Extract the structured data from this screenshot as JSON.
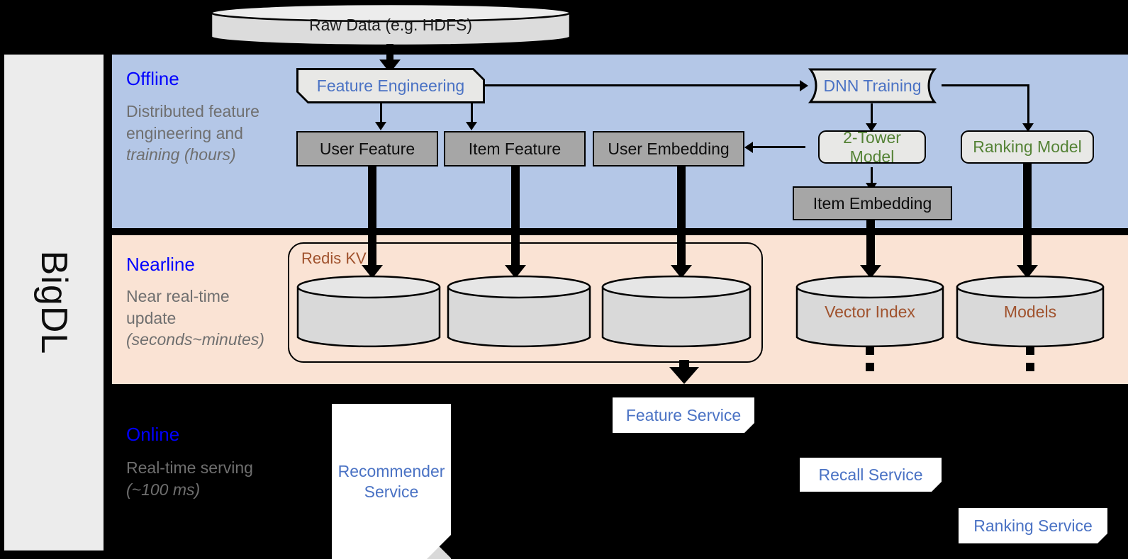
{
  "framework": {
    "name": "BigDL"
  },
  "source": {
    "label": "Raw Data (e.g. HDFS)"
  },
  "bands": [
    {
      "id": "offline",
      "title": "Offline",
      "subtitle": "Distributed feature engineering and ",
      "subtitle_em": "training (hours)",
      "bg": "#b4c7e7"
    },
    {
      "id": "nearline",
      "title": "Nearline",
      "subtitle": "Near real-time update ",
      "subtitle_em": "(seconds~minutes)",
      "bg": "#fae3d4"
    },
    {
      "id": "online",
      "title": "Online",
      "subtitle": "Real-time serving ",
      "subtitle_em": "(~100 ms)",
      "bg": "#000000"
    }
  ],
  "offline": {
    "feature_engineering": "Feature Engineering",
    "dnn_training": "DNN Training",
    "user_feature": "User Feature",
    "item_feature": "Item Feature",
    "user_embedding": "User Embedding",
    "two_tower_model": "2-Tower Model",
    "ranking_model": "Ranking Model",
    "item_embedding": "Item Embedding"
  },
  "nearline": {
    "redis_kv": "Redis KV",
    "store_user_feature": "",
    "store_item_feature": "",
    "store_user_embedding": "",
    "vector_index": "Vector Index",
    "models": "Models"
  },
  "online": {
    "recommender_service": "Recommender Service",
    "feature_service": "Feature Service",
    "recall_service": "Recall Service",
    "ranking_service": "Ranking Service"
  },
  "colors": {
    "band_offline": "#b4c7e7",
    "band_nearline": "#fae3d4",
    "band_online": "#000000",
    "title_blue": "#0000ff",
    "subtitle_gray": "#6f6f6f",
    "node_blue_text": "#4a72c4",
    "node_green_text": "#548235",
    "store_brown_text": "#a0522d",
    "gray_fill": "#a6a6a6",
    "light_fill": "#e8e8e6",
    "rail_fill": "#ececec",
    "cylinder_fill": "#d9d9d9"
  }
}
